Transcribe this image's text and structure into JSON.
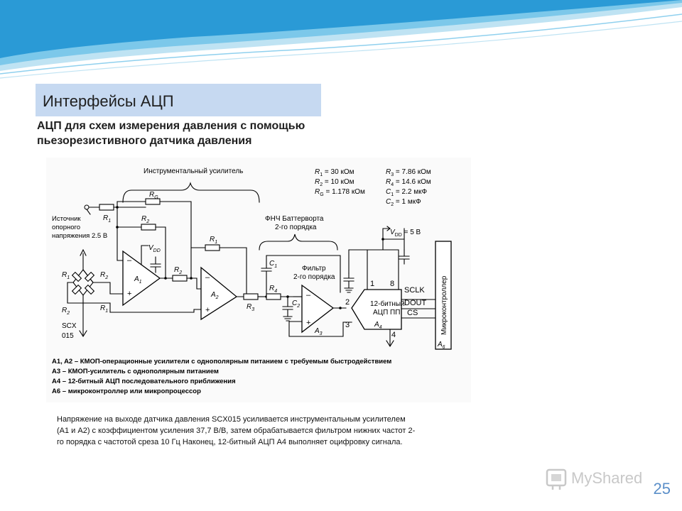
{
  "slide": {
    "title": "Интерфейсы АЦП",
    "subtitle_line1": "АЦП для схем измерения давления с помощью",
    "subtitle_line2": "пьезорезистивного датчика давления",
    "description_line1": "Напряжение на выходе датчика давления SCX015 усиливается инструментальным усилителем",
    "description_line2": "(A1 и A2) с коэффициентом усиления 37,7 В/В, затем обрабатывается фильтром нижних частот 2-",
    "description_line3": "го порядка с частотой среза 10 Гц Наконец, 12-битный АЦП А4 выполняет оцифровку сигнала.",
    "page_number": "25",
    "watermark_text": "MyShared",
    "accent_color": "#c6d9f1",
    "wave_colors": [
      "#2a9ad6",
      "#7cc8ea",
      "#bfe3f3"
    ]
  },
  "diagram": {
    "instr_amp_label": "Инструментальный усилитель",
    "filter_label_line1": "ФНЧ Баттерворта",
    "filter_label_line2": "2-го порядка",
    "filter_block_line1": "Фильтр",
    "filter_block_line2": "2-го порядка",
    "source_line1": "Источник",
    "source_line2": "опорного",
    "source_line3": "напряжения 2.5 В",
    "sensor_line1": "SCX",
    "sensor_line2": "015",
    "vdd_supply": "V",
    "vdd_supply_sub": "DD",
    "vdd_supply_value": " = 5 В",
    "adc_line1": "12-битный",
    "adc_line2": "АЦП ПП",
    "mcu_label": "Микроконтроллер",
    "pin_sclk": "SCLK",
    "pin_dout": "DOUT",
    "pin_cs": "CS",
    "pins": [
      "1",
      "8",
      "2",
      "3",
      "4"
    ],
    "components": {
      "r1": "R",
      "r1_sub": "1",
      "r2": "R",
      "r2_sub": "2",
      "r3": "R",
      "r3_sub": "3",
      "r4": "R",
      "r4_sub": "4",
      "rg": "R",
      "rg_sub": "G",
      "c1": "C",
      "c1_sub": "1",
      "c2": "C",
      "c2_sub": "2",
      "a1": "A",
      "a1_sub": "1",
      "a2": "A",
      "a2_sub": "2",
      "a3": "A",
      "a3_sub": "3",
      "a4": "A",
      "a4_sub": "4",
      "a6": "A",
      "a6_sub": "6",
      "vdd": "V",
      "vdd_sub": "DD"
    },
    "values": [
      {
        "sym": "R",
        "sub": "1",
        "val": " = 30 кОм"
      },
      {
        "sym": "R",
        "sub": "2",
        "val": " = 10 кОм"
      },
      {
        "sym": "R",
        "sub": "G",
        "val": " = 1.178 кОм"
      },
      {
        "sym": "R",
        "sub": "3",
        "val": " = 7.86 кОм"
      },
      {
        "sym": "R",
        "sub": "4",
        "val": " = 14.6 кОм"
      },
      {
        "sym": "C",
        "sub": "1",
        "val": " = 2.2 мкФ"
      },
      {
        "sym": "C",
        "sub": "2",
        "val": " = 1 мкФ"
      }
    ],
    "legend": [
      "A1, A2 – КМОП-операционные усилители с однополярным питанием с требуемым быстродействием",
      "A3 – КМОП-усилитель с однополярным питанием",
      "A4 – 12-битный АЦП последовательного приближения",
      "A6 – микроконтроллер или микропроцессор"
    ]
  }
}
